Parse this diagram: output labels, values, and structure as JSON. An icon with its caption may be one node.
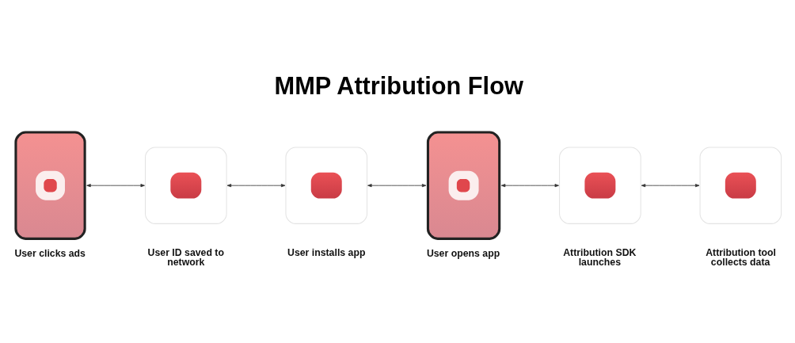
{
  "diagram": {
    "title": "MMP Attribution Flow",
    "nodes": [
      {
        "text": [
          "User clicks ads"
        ]
      },
      {
        "text": [
          "User ID saved to network"
        ]
      },
      {
        "text": [
          "User installs app"
        ]
      },
      {
        "text": [
          "User opens app"
        ]
      },
      {
        "text": [
          "Attribution SDK launches"
        ]
      },
      {
        "text": [
          "Attribution tool collects data"
        ]
      }
    ],
    "edges": [
      {
        "from": 0,
        "to": 1,
        "arrow": "both"
      },
      {
        "from": 1,
        "to": 2,
        "arrow": "both"
      },
      {
        "from": 2,
        "to": 3,
        "arrow": "both"
      },
      {
        "from": 3,
        "to": 4,
        "arrow": "both"
      },
      {
        "from": 4,
        "to": 5,
        "arrow": "both"
      }
    ]
  }
}
